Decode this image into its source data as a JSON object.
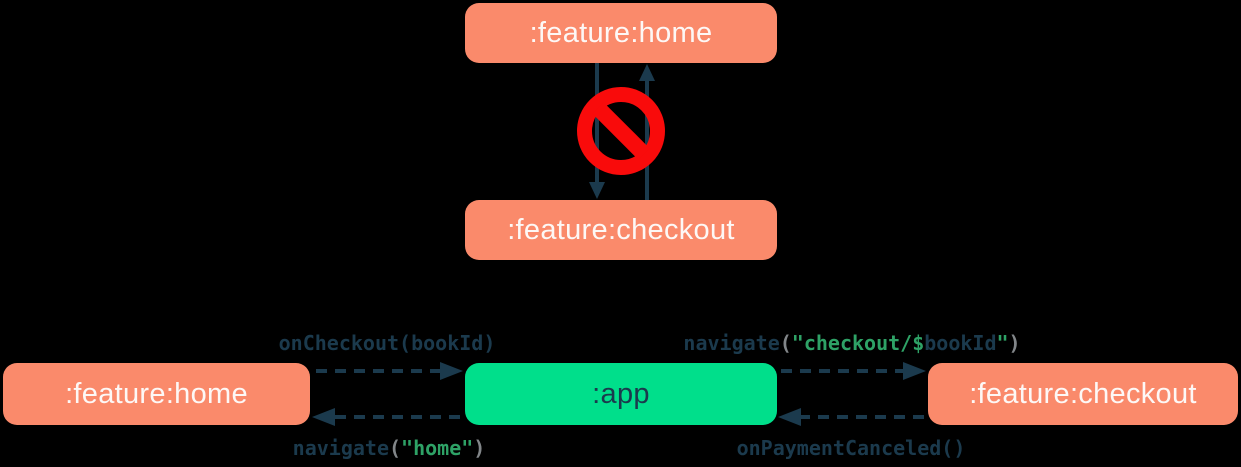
{
  "colors": {
    "bg": "#000000",
    "salmon": "#FA8A6B",
    "appgreen": "#00DF8B",
    "navy": "#1B3A4D",
    "red": "#F90B0B",
    "codegreen": "#2EA266",
    "codegray": "#828689",
    "boxtext": "#FDF8F6"
  },
  "top_section": {
    "home_module": ":feature:home",
    "checkout_module": ":feature:checkout",
    "forbidden_icon": "no-entry-icon"
  },
  "bottom_section": {
    "home_module": ":feature:home",
    "app_module": ":app",
    "checkout_module": ":feature:checkout",
    "calls": {
      "on_checkout": {
        "fn": "onCheckout",
        "open": "(",
        "arg": "bookId",
        "close": ")"
      },
      "navigate_checkout": {
        "fn": "navigate",
        "open": "(",
        "str1": "\"checkout/",
        "sigil": "$",
        "var": "bookId",
        "str2": "\"",
        "close": ")"
      },
      "navigate_home": {
        "fn": "navigate",
        "open": "(",
        "str": "\"home\"",
        "close": ")"
      },
      "on_payment_canceled": {
        "fn": "onPaymentCanceled",
        "parens": "()"
      }
    }
  }
}
